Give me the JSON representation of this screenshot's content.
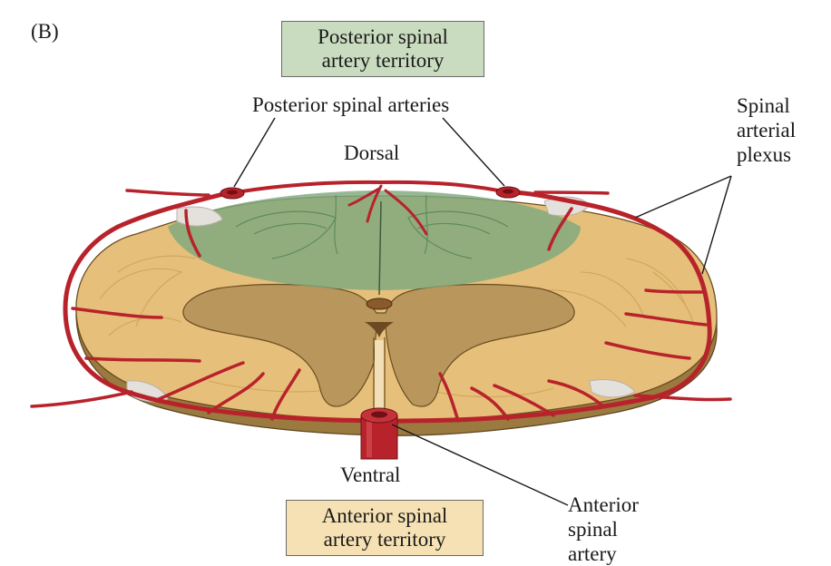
{
  "panel_label": "(B)",
  "posterior_territory": {
    "line1": "Posterior spinal",
    "line2": "artery territory"
  },
  "anterior_territory": {
    "line1": "Anterior spinal",
    "line2": "artery territory"
  },
  "labels": {
    "posterior_spinal_arteries": "Posterior spinal arteries",
    "dorsal": "Dorsal",
    "ventral": "Ventral",
    "spinal_arterial_plexus": [
      "Spinal",
      "arterial",
      "plexus"
    ],
    "anterior_spinal_artery": [
      "Anterior",
      "spinal",
      "artery"
    ]
  },
  "colors": {
    "white_matter": "#e6bf7a",
    "gray_matter": "#b8965c",
    "posterior_territory": "#7fa87e",
    "artery": "#b8232b",
    "box_green": "#c9dcc0",
    "box_tan": "#f5e1b3"
  }
}
